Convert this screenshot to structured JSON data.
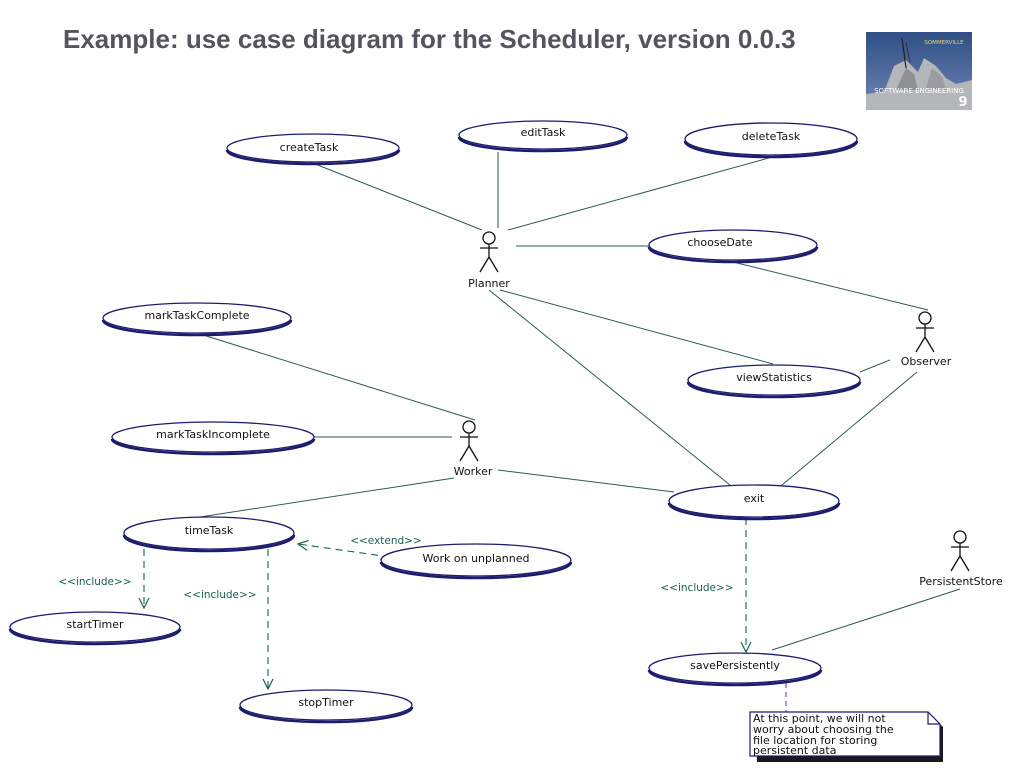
{
  "title": "Example: use case diagram for the Scheduler, version 0.0.3",
  "cover": {
    "top_text": "SOMMERVILLE",
    "subtitle": "SOFTWARE ENGINEERING",
    "edition": "9"
  },
  "actors": {
    "planner": "Planner",
    "observer": "Observer",
    "worker": "Worker",
    "persistent_store": "PersistentStore"
  },
  "use_cases": {
    "create_task": "createTask",
    "edit_task": "editTask",
    "delete_task": "deleteTask",
    "choose_date": "chooseDate",
    "mark_task_complete": "markTaskComplete",
    "view_statistics": "viewStatistics",
    "mark_task_incomplete": "markTaskIncomplete",
    "exit": "exit",
    "time_task": "timeTask",
    "work_on_unplanned": "Work on unplanned",
    "start_timer": "startTimer",
    "stop_timer": "stopTimer",
    "save_persistently": "savePersistently"
  },
  "stereotypes": {
    "extend": "<<extend>>",
    "include_start": "<<include>>",
    "include_stop": "<<include>>",
    "include_save": "<<include>>"
  },
  "note": {
    "line1": "At this point, we will not",
    "line2": "worry about choosing the",
    "line3": "file location for storing",
    "line4": "persistent data"
  },
  "colors": {
    "title": "#54545c",
    "usecase_border": "#1c1c6e",
    "association_line": "#2c5a56",
    "dependency_line": "#1a5f55",
    "note_link": "#a040c0"
  }
}
